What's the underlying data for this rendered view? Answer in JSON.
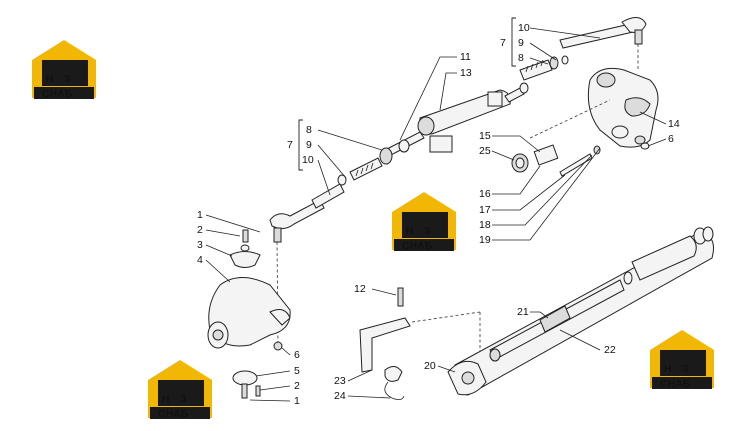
{
  "watermark": {
    "letters_left": "Н",
    "letters_right": "З",
    "subtitle": "СНАБ",
    "accent": "#f2b705",
    "dark": "#1a1a1a"
  },
  "callouts": {
    "c10top": "10",
    "c9top": "9",
    "c8top": "8",
    "c7top": "7",
    "c11": "11",
    "c13": "13",
    "c14": "14",
    "c6r": "6",
    "c15": "15",
    "c25": "25",
    "c16": "16",
    "c17": "17",
    "c18": "18",
    "c19": "19",
    "c8l": "8",
    "c9l": "9",
    "c10l": "10",
    "c7l": "7",
    "c1a": "1",
    "c2a": "2",
    "c3": "3",
    "c4": "4",
    "c6l": "6",
    "c5": "5",
    "c2b": "2",
    "c1b": "1",
    "c12": "12",
    "c23": "23",
    "c24": "24",
    "c20": "20",
    "c21": "21",
    "c22": "22"
  }
}
